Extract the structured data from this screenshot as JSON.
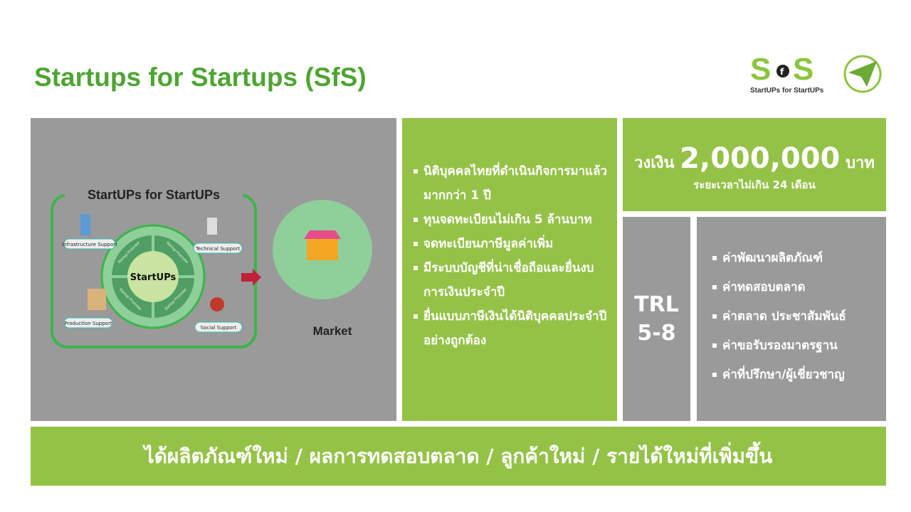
{
  "title": "Startups for Startups (SfS)",
  "logo": {
    "text": "StartUPs for StartUPs",
    "mark": "SfS"
  },
  "diagram": {
    "title": "StartUPs for StartUPs",
    "center": "StartUPs",
    "ring_label": "Startup Promoter",
    "supports": [
      "Infrastructure Support",
      "Technical Support",
      "Production Support",
      "Social Support"
    ],
    "market": "Market"
  },
  "eligibility": [
    "นิติบุคคลไทยที่ดำเนินกิจการมาแล้วมากกว่า 1 ปี",
    "ทุนจดทะเบียนไม่เกิน 5 ล้านบาท",
    "จดทะเบียนภาษีมูลค่าเพิ่ม",
    "มีระบบบัญชีที่น่าเชื่อถือและยื่นงบการเงินประจำปี",
    "ยื่นแบบภาษีเงินได้นิติบุคคลประจำปีอย่างถูกต้อง"
  ],
  "budget": {
    "prefix": "วงเงิน",
    "amount": "2,000,000",
    "unit": "บาท",
    "duration": "ระยะเวลาไม่เกิน 24 เดือน"
  },
  "trl": {
    "label": "TRL",
    "range": "5-8"
  },
  "expenses": [
    "ค่าพัฒนาผลิตภัณฑ์",
    "ค่าทดสอบตลาด",
    "ค่าตลาด ประชาสัมพันธ์",
    "ค่าขอรับรองมาตรฐาน",
    "ค่าที่ปรึกษา/ผู้เชี่ยวชาญ"
  ],
  "outcome": "ได้ผลิตภัณฑ์ใหม่ / ผลการทดสอบตลาด / ลูกค้าใหม่ / รายได้ใหม่ที่เพิ่มขึ้น",
  "colors": {
    "title": "#4ea532",
    "panel_green": "#94c247",
    "panel_gray": "#9a9a9a"
  }
}
